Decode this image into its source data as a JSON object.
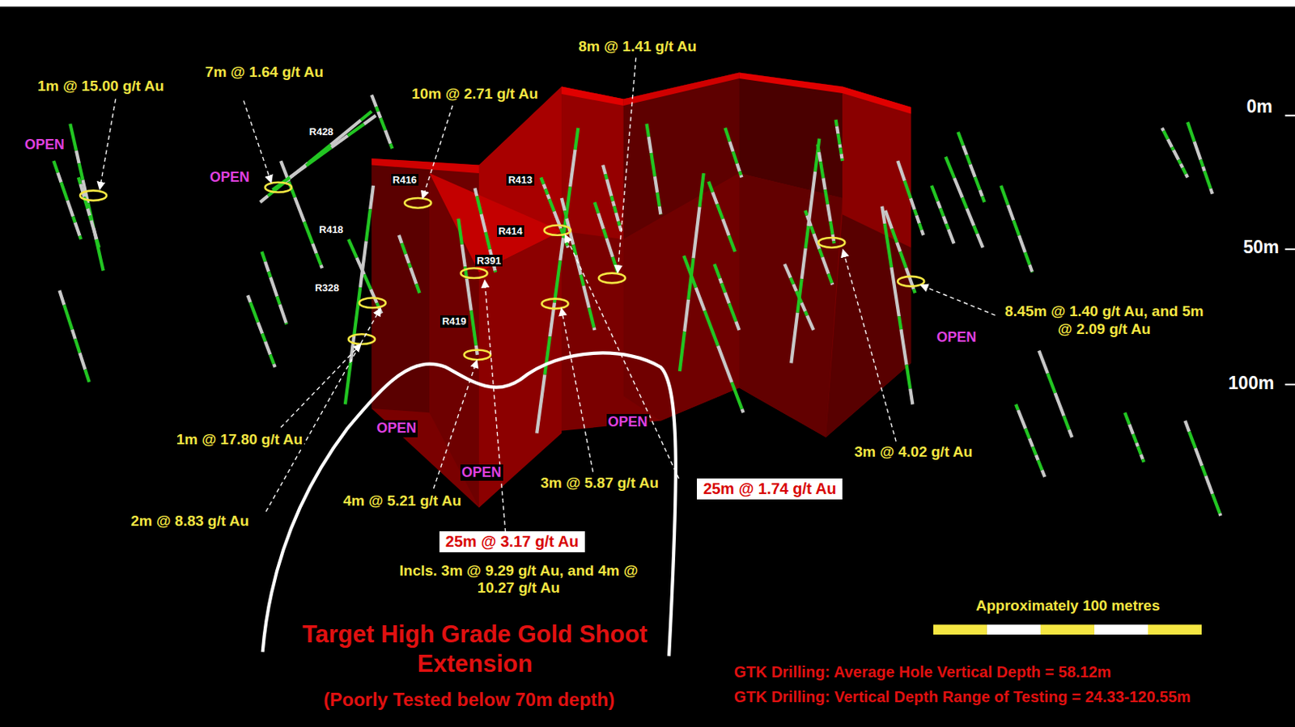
{
  "diagram": {
    "nodes": [
      {
        "text": [
          "25m @ 3.17 g/t Au"
        ]
      },
      {
        "text": [
          "25m @ 1.74 g/t Au"
        ]
      }
    ],
    "labels": [
      "1m @ 15.00 g/t Au",
      "7m @ 1.64 g/t Au",
      "8m @ 1.41 g/t Au",
      "10m @ 2.71 g/t Au",
      "0m",
      "OPEN",
      "R428",
      "OPEN",
      "R416",
      "R413",
      "R418",
      "R414",
      "R391",
      "50m",
      "R328",
      "R419",
      "8.45m @ 1.40 g/t Au, and 5m @ 2.09 g/t Au",
      "OPEN",
      "100m",
      "OPEN",
      "OPEN",
      "1m @ 17.80 g/t Au",
      "3m @ 4.02 g/t Au",
      "OPEN",
      "4m @ 5.21 g/t Au",
      "3m @ 5.87 g/t Au",
      "2m @ 8.83 g/t Au",
      "Incls. 3m @ 9.29 g/t Au, and 4m @ 10.27 g/t Au",
      "Approximately 100 metres",
      "Target High Grade Gold Shoot Extension",
      "(Poorly Tested below 70m depth)",
      "GTK Drilling:  Average Hole Vertical Depth = 58.12m",
      "GTK Drilling:  Vertical Depth Range of Testing = 24.33-120.55m"
    ]
  }
}
